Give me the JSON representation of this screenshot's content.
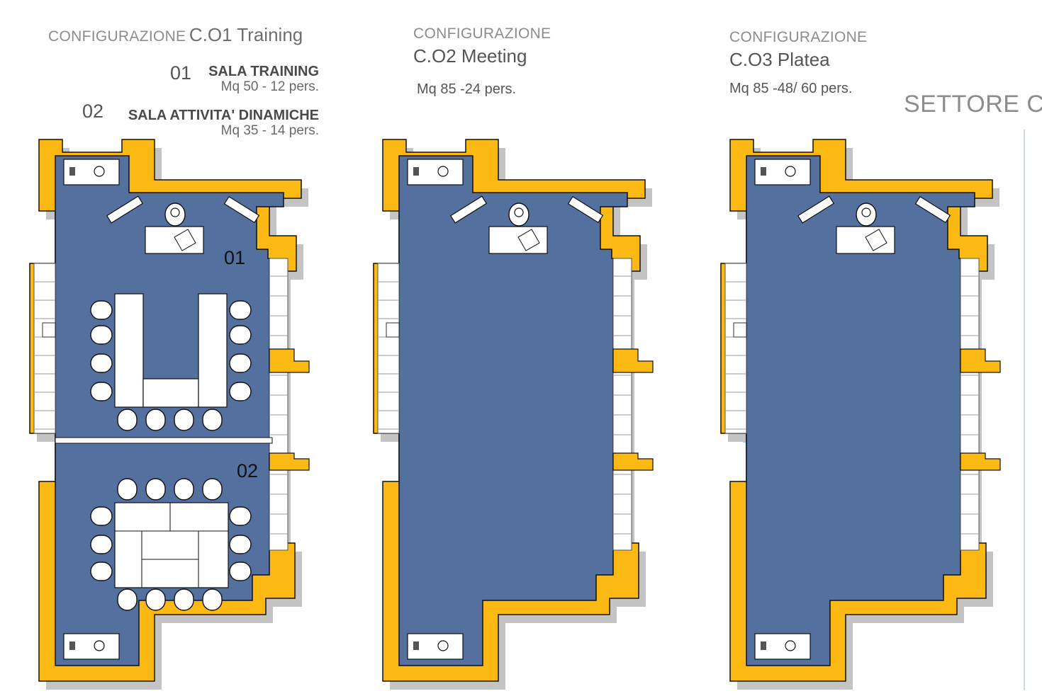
{
  "panels": [
    {
      "config_prefix": "CONFIGURAZIONE",
      "config_name": "C.O1 Training",
      "rooms": [
        {
          "number": "01",
          "title": "SALA TRAINING",
          "info": "Mq 50 - 12 pers."
        },
        {
          "number": "02",
          "title": "SALA ATTIVITA' DINAMICHE",
          "info": "Mq 35 - 14 pers."
        }
      ],
      "plan_labels": [
        "01",
        "02"
      ]
    },
    {
      "config_prefix": "CONFIGURAZIONE",
      "config_name": "C.O2 Meeting",
      "info": "Mq 85 -24 pers."
    },
    {
      "config_prefix": "CONFIGURAZIONE",
      "config_name": "C.O3 Platea",
      "info": "Mq 85 -48/ 60  pers."
    }
  ],
  "sector_label": "SETTORE C",
  "colors": {
    "floor": "#53709f",
    "wall": "#fcb813",
    "furniture": "#ffffff",
    "outline": "#111111",
    "shadow": "#c4c4c4",
    "divider": "#5ec3e8"
  }
}
